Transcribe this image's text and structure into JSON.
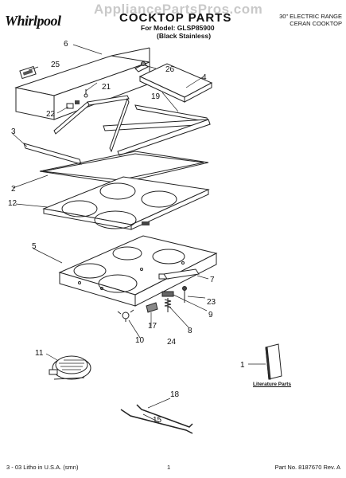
{
  "header": {
    "logo": "Whirlpool",
    "watermark": "AppliancePartsPros.com",
    "title": "COCKTOP PARTS",
    "model_line": "For Model: GLSP85900",
    "finish_line": "(Black Stainless)",
    "range_line": "30\" ELECTRIC RANGE",
    "cooktop_line": "CERAN COOKTOP"
  },
  "callouts": {
    "c1": "1",
    "c2": "2",
    "c3": "3",
    "c4": "4",
    "c5": "5",
    "c6": "6",
    "c7": "7",
    "c8": "8",
    "c9": "9",
    "c10": "10",
    "c11": "11",
    "c12": "12",
    "c15": "15",
    "c17": "17",
    "c18": "18",
    "c19": "19",
    "c21": "21",
    "c22": "22",
    "c23": "23",
    "c24": "24",
    "c25": "25",
    "c26": "26"
  },
  "literature_label": "Literature Parts",
  "footer": {
    "left": "3 - 03 Litho in U.S.A. (smn)",
    "page_number": "1",
    "part_number": "Part No. 8187670 Rev. A"
  }
}
